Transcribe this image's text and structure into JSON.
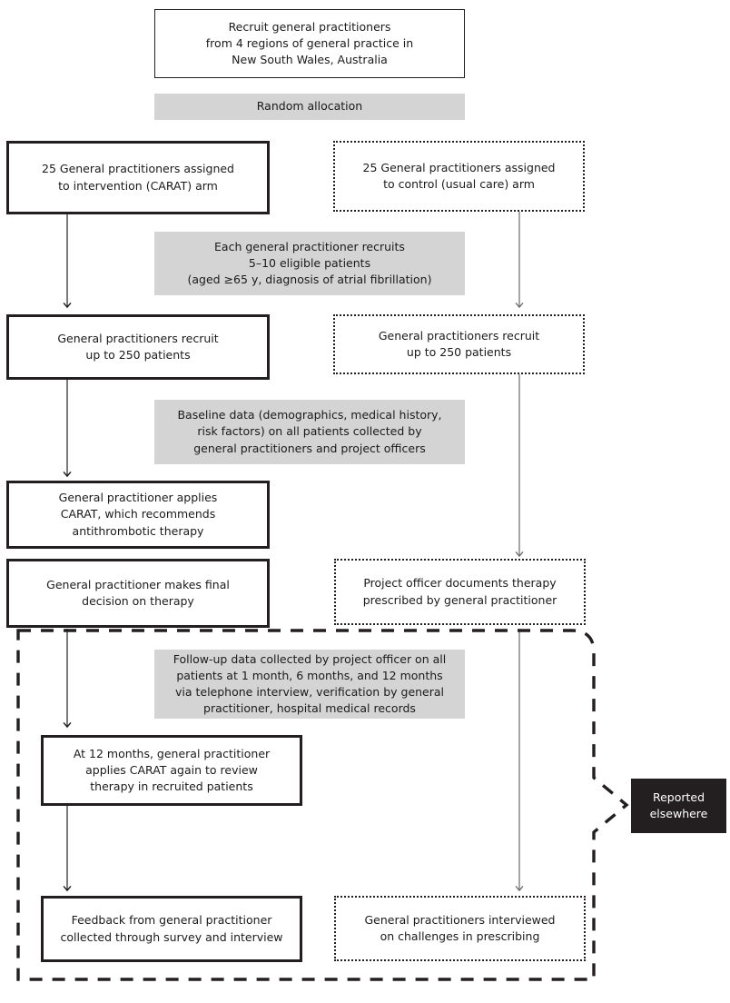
{
  "figure": {
    "type": "study-flow-diagram",
    "title": "CARAT cluster randomised trial flow diagram"
  },
  "nodes": {
    "recruit_gps": {
      "label": "Recruit general practitioners\nfrom 4 regions of general practice in\nNew South Wales, Australia",
      "style": "thin-border-white"
    },
    "random_allocation": {
      "label": "Random allocation",
      "style": "gray-band"
    },
    "intervention_arm": {
      "label": "25 General practitioners assigned\nto intervention (CARAT) arm",
      "style": "thick-border-white"
    },
    "control_arm": {
      "label": "25 General practitioners assigned\nto control (usual care) arm",
      "style": "dotted-border-white"
    },
    "each_gp_recruits": {
      "label": "Each general practitioner recruits\n5–10 eligible patients\n(aged ≥65 y, diagnosis of atrial fibrillation)",
      "style": "gray-band"
    },
    "intervention_recruit": {
      "label": "General practitioners recruit\nup to 250 patients",
      "style": "thick-border-white"
    },
    "control_recruit": {
      "label": "General practitioners recruit\nup to 250 patients",
      "style": "dotted-border-white"
    },
    "baseline_data": {
      "label": "Baseline data (demographics, medical history,\nrisk factors) on all patients collected by\ngeneral practitioners and project officers",
      "style": "gray-band"
    },
    "gp_applies_carat": {
      "label": "General practitioner applies\nCARAT, which recommends\nantithrombotic therapy",
      "style": "thick-border-white"
    },
    "gp_final_decision": {
      "label": "General practitioner makes final\ndecision on therapy",
      "style": "thick-border-white"
    },
    "project_officer_documents": {
      "label": "Project officer documents therapy\nprescribed by general practitioner",
      "style": "dotted-border-white"
    },
    "followup_data": {
      "label": "Follow-up data collected by project officer on all\npatients at 1 month, 6 months, and 12 months\nvia telephone interview, verification by general\npractitioner, hospital medical records",
      "style": "gray-band"
    },
    "carat_again_12mo": {
      "label": "At 12 months, general practitioner\napplies CARAT again to review\ntherapy in recruited patients",
      "style": "thick-border-white"
    },
    "gp_feedback": {
      "label": "Feedback from general practitioner\ncollected through survey and interview",
      "style": "thick-border-white"
    },
    "gps_interviewed": {
      "label": "General practitioners interviewed\non challenges in prescribing",
      "style": "dotted-border-white"
    },
    "reported_elsewhere": {
      "label": "Reported\nelsewhere",
      "style": "dark-filled"
    }
  },
  "colors": {
    "ink": "#231f20",
    "gray_band": "#d4d4d4",
    "dark_box": "#231f20",
    "page": "#ffffff",
    "dark_box_text": "#ffffff"
  },
  "annotations": {
    "dashed_region_name": "reported-elsewhere-scope",
    "dashed_region_description": "Dashed boundary enclosing the follow-up phase, with an arrow to the 'Reported elsewhere' box"
  }
}
